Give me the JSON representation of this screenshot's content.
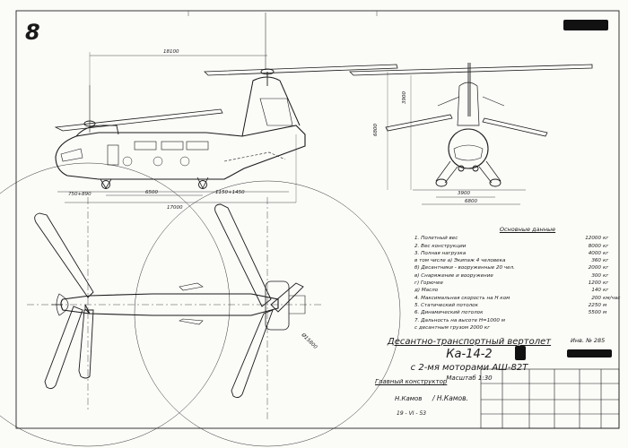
{
  "sheet": {
    "number": "8",
    "designer_label": "Главный конструктор",
    "designer_name": "/ Н.Камов.",
    "designer_sign": "Н.Камов",
    "date": "19 - VI - 53"
  },
  "spec": {
    "heading": "Основные данные",
    "rows": [
      {
        "label": "1. Полетный вес",
        "value": "12000",
        "unit": "кг"
      },
      {
        "label": "2. Вес конструкции",
        "value": "8000",
        "unit": "кг"
      },
      {
        "label": "3. Полная нагрузка",
        "value": "4000",
        "unit": "кг"
      },
      {
        "label": "   в том числе  а) Экипаж 4 человека",
        "value": "360",
        "unit": "кг"
      },
      {
        "label": "        б) Десантники - вооруженные 20 чел.",
        "value": "2000",
        "unit": "кг"
      },
      {
        "label": "        в) Снаряжение и вооружение",
        "value": "300",
        "unit": "кг"
      },
      {
        "label": "        г) Горючее",
        "value": "1200",
        "unit": "кг"
      },
      {
        "label": "        д) Масло",
        "value": "140",
        "unit": "кг"
      },
      {
        "label": "4. Максимальная скорость на Н ком",
        "value": "200",
        "unit": "км/час"
      },
      {
        "label": "5. Статический потолок",
        "value": "2250",
        "unit": "м"
      },
      {
        "label": "6. Динамический потолок",
        "value": "5500",
        "unit": "м"
      },
      {
        "label": "7. Дальность на высоте  Н=1000 м",
        "value": "",
        "unit": ""
      },
      {
        "label": "   с десантным грузом 2000 кг",
        "value": "",
        "unit": ""
      }
    ]
  },
  "title": {
    "line1": "Десантно-транспортный вертолет",
    "line2": "Ка-14-2",
    "line3": "с 2-мя моторами АШ-82Т",
    "line4": "Масштаб 1:30"
  },
  "dimensions": {
    "rotor_span": "18100",
    "overall_length": "17000",
    "wheelbase": "6500",
    "nose_dim": "750+890",
    "gear_dim": "1150+1450",
    "height": "6800",
    "tail_height": "3900",
    "track": "3900",
    "span_front": "6800",
    "diameter": "Ø15800"
  },
  "stamp": {
    "text": "Инв. № 285"
  }
}
